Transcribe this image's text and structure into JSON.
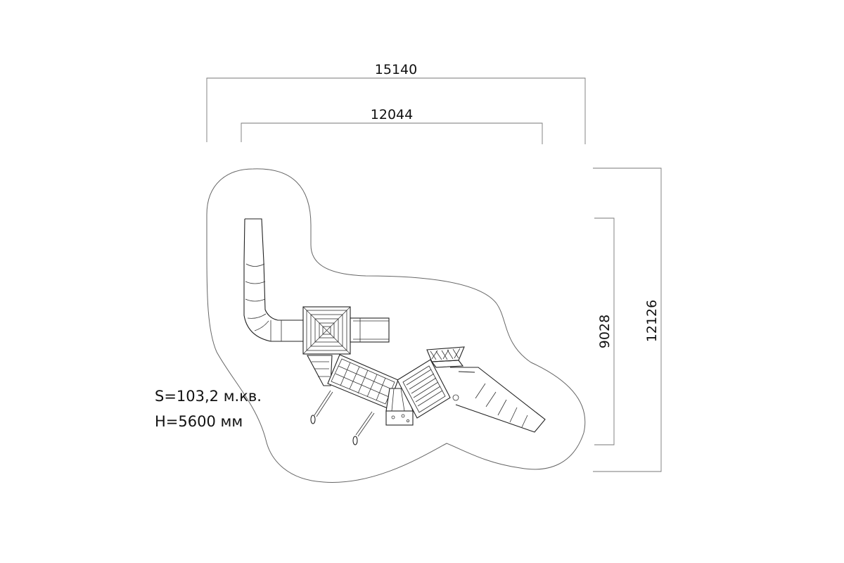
{
  "dimensions": {
    "width_outer": "15140",
    "width_inner": "12044",
    "height_inner": "9028",
    "height_outer": "12126"
  },
  "info": {
    "area": "S=103,2 м.кв.",
    "height": "H=5600 мм"
  }
}
